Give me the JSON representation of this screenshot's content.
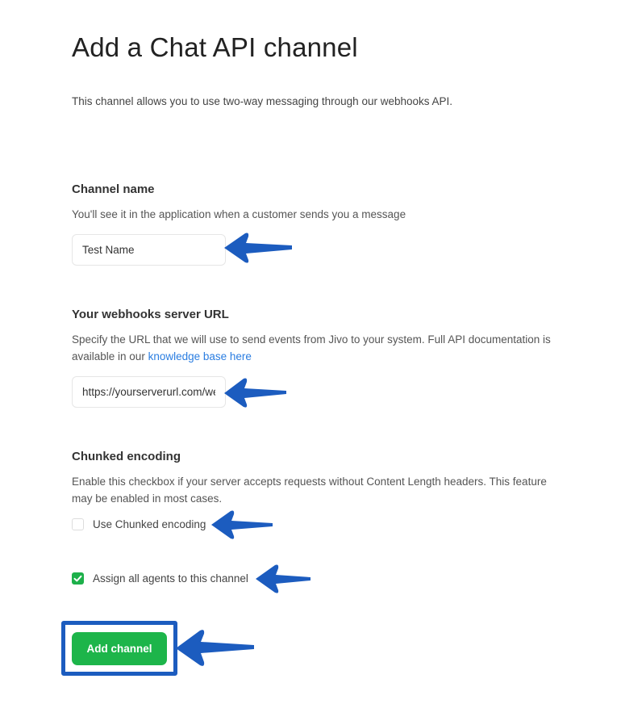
{
  "page": {
    "title": "Add a Chat API channel",
    "description": "This channel allows you to use two-way messaging through our webhooks API."
  },
  "channel_name": {
    "label": "Channel name",
    "help": "You'll see it in the application when a customer sends you a message",
    "value": "Test Name"
  },
  "webhook_url": {
    "label": "Your webhooks server URL",
    "help": "Specify the URL that we will use to send events from Jivo to your system. Full API documentation is available in our ",
    "link_text": "knowledge base here",
    "value": "https://yourserverurl.com/webhook"
  },
  "chunked": {
    "label": "Chunked encoding",
    "help": "Enable this checkbox if your server accepts requests without Content Length headers. This feature may be enabled in most cases.",
    "checkbox_label": "Use Chunked encoding",
    "checked": false
  },
  "assign_agents": {
    "checkbox_label": "Assign all agents to this channel",
    "checked": true
  },
  "submit": {
    "label": "Add channel"
  },
  "colors": {
    "accent": "#1db54a",
    "link": "#2a7de1",
    "annotation": "#1c5cbf"
  }
}
